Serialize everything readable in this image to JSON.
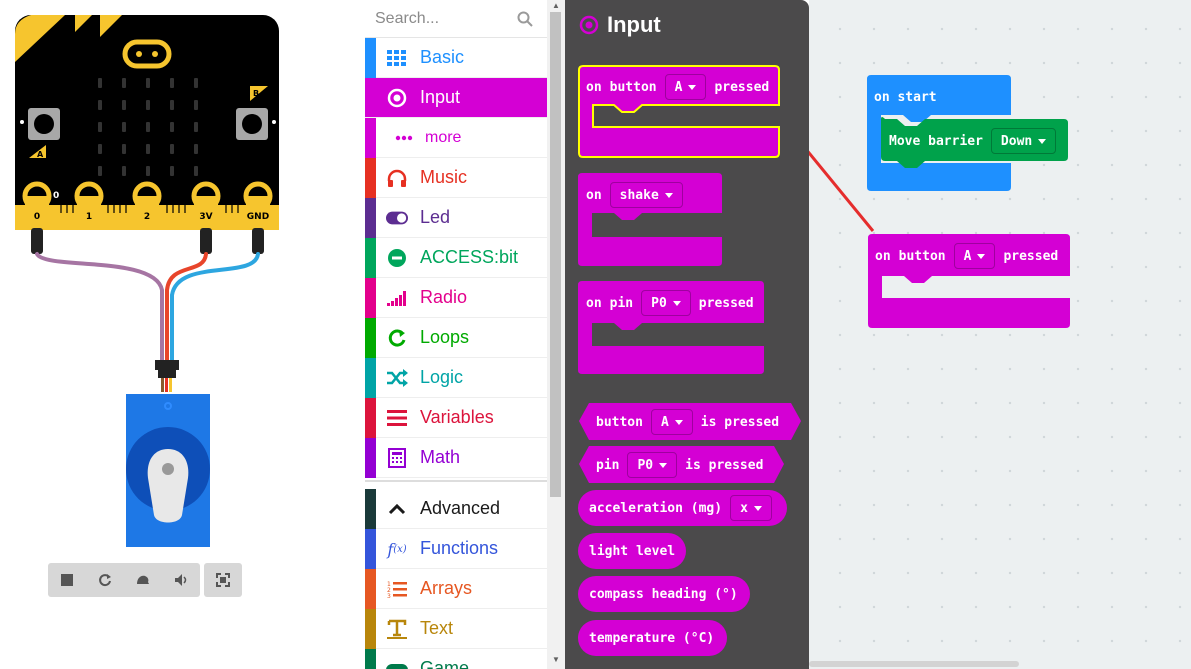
{
  "simulator": {
    "pins": [
      "0",
      "1",
      "2",
      "3V",
      "GND"
    ],
    "pin0_value": "0",
    "button_a": "A",
    "button_b": "B",
    "toolbar_icons": [
      "stop-icon",
      "restart-icon",
      "slow-motion-icon",
      "sound-icon",
      "fullscreen-icon"
    ]
  },
  "search": {
    "placeholder": "Search..."
  },
  "toolbox": {
    "categories": [
      {
        "label": "Basic",
        "color": "#1e90ff",
        "icon": "grid-icon"
      },
      {
        "label": "Input",
        "color": "#d400d4",
        "icon": "target-icon",
        "selected": true
      },
      {
        "label": "more",
        "color": "#d400d4",
        "icon": "more-icon"
      },
      {
        "label": "Music",
        "color": "#e63022",
        "icon": "headphones-icon"
      },
      {
        "label": "Led",
        "color": "#5c2d91",
        "icon": "toggle-icon"
      },
      {
        "label": "ACCESS:bit",
        "color": "#00a65c",
        "icon": "minus-circle-icon"
      },
      {
        "label": "Radio",
        "color": "#e3008c",
        "icon": "signal-icon"
      },
      {
        "label": "Loops",
        "color": "#00aa00",
        "icon": "refresh-icon"
      },
      {
        "label": "Logic",
        "color": "#00a4a6",
        "icon": "shuffle-icon"
      },
      {
        "label": "Variables",
        "color": "#dc143c",
        "icon": "list-icon"
      },
      {
        "label": "Math",
        "color": "#9400d3",
        "icon": "calculator-icon"
      },
      {
        "label": "Advanced",
        "color": "#1a1a1a",
        "icon": "chevron-up-icon"
      },
      {
        "label": "Functions",
        "color": "#3455db",
        "icon": "function-icon"
      },
      {
        "label": "Arrays",
        "color": "#e65722",
        "icon": "numbered-list-icon"
      },
      {
        "label": "Text",
        "color": "#b8860b",
        "icon": "text-icon"
      },
      {
        "label": "Game",
        "color": "#007a4b",
        "icon": "gamepad-icon"
      }
    ]
  },
  "flyout": {
    "title": "Input",
    "blocks": {
      "on_button": {
        "on": "on",
        "button": "button",
        "value": "A",
        "pressed": "pressed"
      },
      "on_shake": {
        "on": "on",
        "value": "shake"
      },
      "on_pin": {
        "on": "on",
        "pin": "pin",
        "value": "P0",
        "pressed": "pressed"
      },
      "button_is_pressed": {
        "button": "button",
        "value": "A",
        "is_pressed": "is pressed"
      },
      "pin_is_pressed": {
        "pin": "pin",
        "value": "P0",
        "is_pressed": "is pressed"
      },
      "acceleration": {
        "label": "acceleration (mg)",
        "value": "x"
      },
      "light_level": "light level",
      "compass_heading": "compass heading (°)",
      "temperature": "temperature (°C)"
    }
  },
  "workspace": {
    "on_start": {
      "label": "on start",
      "move": "Move barrier",
      "direction": "Down"
    },
    "on_button": {
      "on": "on",
      "button": "button",
      "value": "A",
      "pressed": "pressed"
    }
  },
  "colors": {
    "input": "#d400d4",
    "basic": "#1e90ff",
    "custom": "#00a24b",
    "highlight": "#ffff00",
    "connector": "#e52d2d"
  }
}
